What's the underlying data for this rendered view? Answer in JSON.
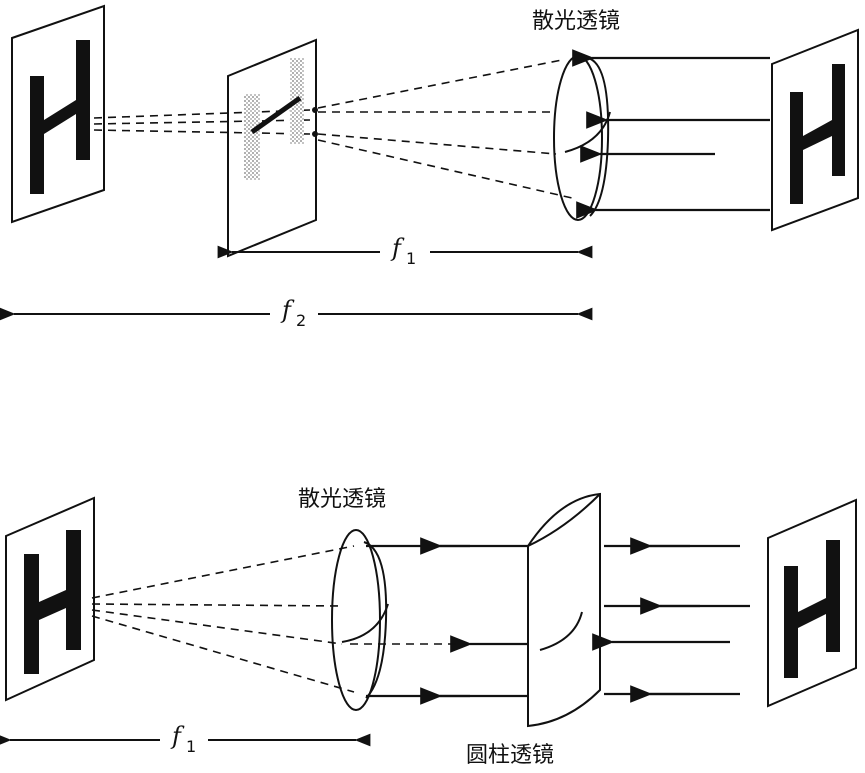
{
  "top": {
    "lens_label": "散光透镜",
    "f1": {
      "symbol": "f",
      "subscript": "1"
    },
    "f2": {
      "symbol": "f",
      "subscript": "2"
    }
  },
  "bottom": {
    "lens_label": "散光透镜",
    "cyl_label": "圆柱透镜",
    "f1": {
      "symbol": "f",
      "subscript": "1"
    }
  },
  "colors": {
    "ink": "#111111",
    "background": "#ffffff",
    "blur": "#9a9a9a"
  }
}
